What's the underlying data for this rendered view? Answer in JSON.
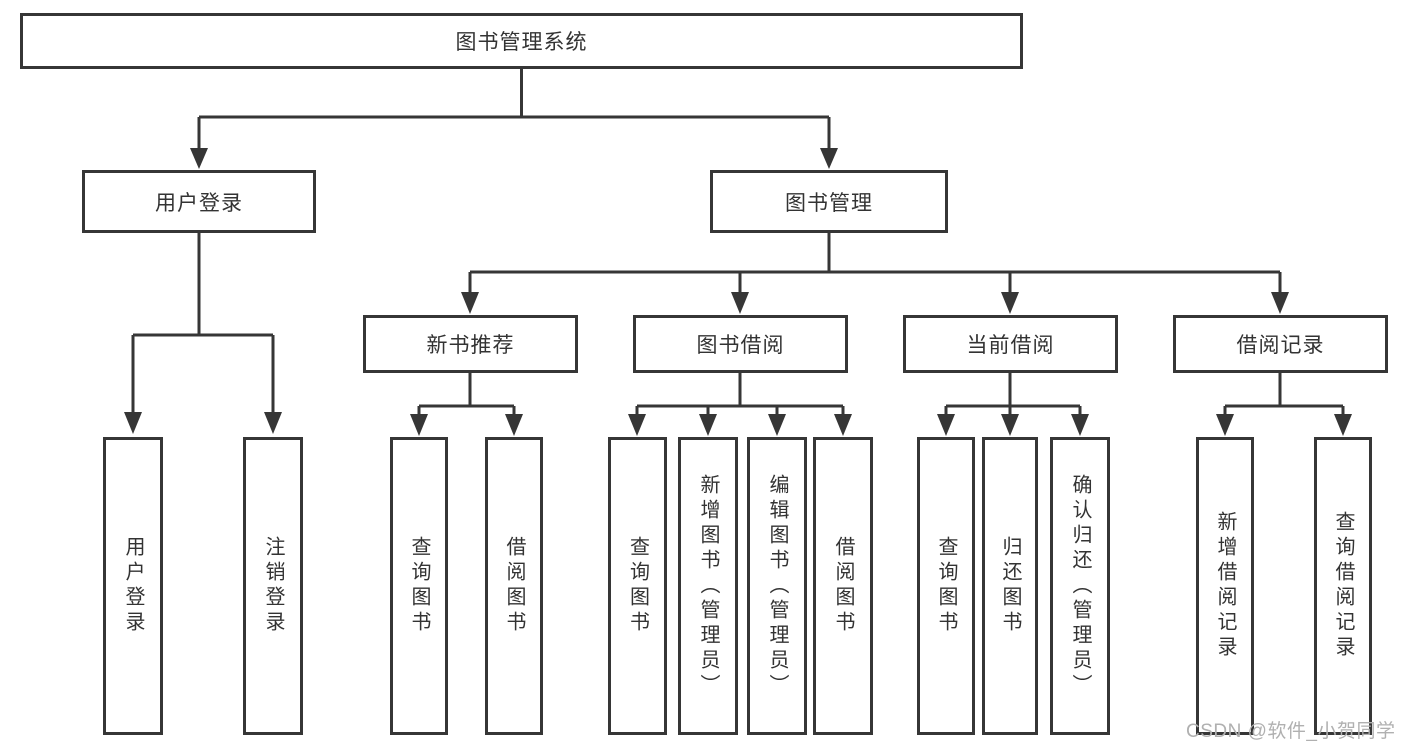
{
  "diagram": {
    "root": "图书管理系统",
    "branches": [
      {
        "label": "用户登录",
        "children": [
          "用户登录",
          "注销登录"
        ]
      },
      {
        "label": "图书管理",
        "children": [
          {
            "label": "新书推荐",
            "children": [
              "查询图书",
              "借阅图书"
            ]
          },
          {
            "label": "图书借阅",
            "children": [
              "查询图书",
              "新增图书（管理员）",
              "编辑图书（管理员）",
              "借阅图书"
            ]
          },
          {
            "label": "当前借阅",
            "children": [
              "查询图书",
              "归还图书",
              "确认归还（管理员）"
            ]
          },
          {
            "label": "借阅记录",
            "children": [
              "新增借阅记录",
              "查询借阅记录"
            ]
          }
        ]
      }
    ]
  },
  "watermark": {
    "text": "CSDN @软件_小贺同学"
  },
  "colors": {
    "line": "#363636",
    "text": "#333333",
    "box_background": "#ffffff",
    "page_background": "#ffffff",
    "watermark": "#b0b0b0"
  }
}
